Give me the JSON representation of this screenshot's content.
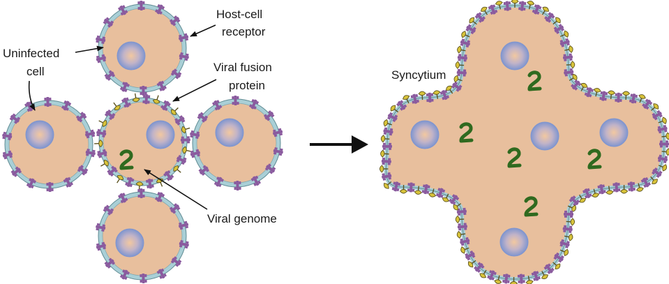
{
  "labels": {
    "host_cell_receptor_line1": "Host-cell",
    "host_cell_receptor_line2": "receptor",
    "uninfected_cell_line1": "Uninfected",
    "uninfected_cell_line2": "cell",
    "viral_fusion_protein_line1": "Viral fusion",
    "viral_fusion_protein_line2": "protein",
    "viral_genome": "Viral genome",
    "syncytium": "Syncytium"
  },
  "colors": {
    "cytoplasm": "#e8bf9d",
    "membrane": "#a9cfd6",
    "membrane_edge": "#5e8a92",
    "nucleus_center": "#f2c8a0",
    "nucleus_edge": "#7f95cf",
    "receptor": "#8a5a9e",
    "fusion_protein": "#d8c33a",
    "genome": "#2f6a1f",
    "arrow": "#111111"
  },
  "icons": {
    "receptor": "receptor-icon",
    "fusion_protein": "fusion-protein-icon",
    "genome": "viral-genome-icon",
    "nucleus": "nucleus-icon"
  }
}
